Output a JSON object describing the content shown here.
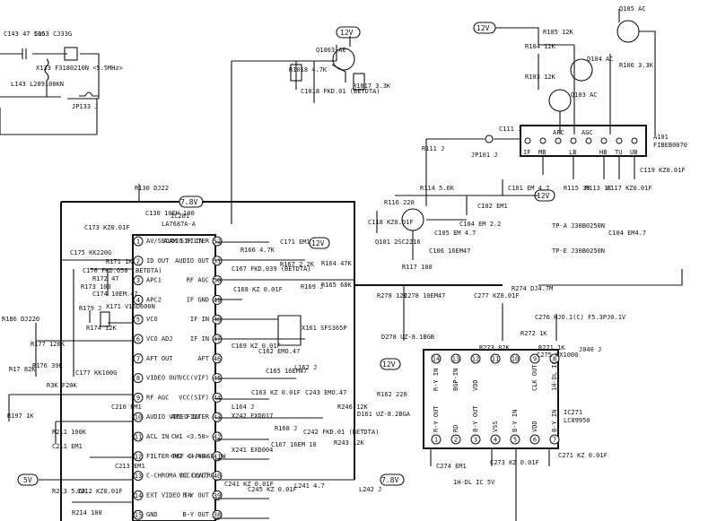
{
  "ic201": {
    "ref": "IC201",
    "part": "LA7687A-A",
    "pins": [
      {
        "num": "1",
        "name": "AV/SECAM SIF IN"
      },
      {
        "num": "2",
        "name": "ID OUT"
      },
      {
        "num": "3",
        "name": "APC1"
      },
      {
        "num": "4",
        "name": "APC2"
      },
      {
        "num": "5",
        "name": "VCO"
      },
      {
        "num": "6",
        "name": "VCO ADJ"
      },
      {
        "num": "7",
        "name": "AFT OUT"
      },
      {
        "num": "8",
        "name": "VIDEO OUT"
      },
      {
        "num": "9",
        "name": "RF AGC"
      },
      {
        "num": "10",
        "name": "AUDIO VIDEO IN"
      },
      {
        "num": "11",
        "name": "ACL IN"
      },
      {
        "num": "12",
        "name": "FILTER-REF C-PHASE SW"
      },
      {
        "num": "13",
        "name": "C-CHROMA DC CONTROL"
      },
      {
        "num": "14",
        "name": "EXT VIDEO IN"
      },
      {
        "num": "15",
        "name": "GND"
      }
    ],
    "right_pins": [
      {
        "num": "52",
        "name": "AUDIO FILTER"
      },
      {
        "num": "51",
        "name": "AUDIO OUT"
      },
      {
        "num": "50",
        "name": "RF AGC"
      },
      {
        "num": "49",
        "name": "IF GND"
      },
      {
        "num": "48",
        "name": "IF IN"
      },
      {
        "num": "47",
        "name": "IF IN"
      },
      {
        "num": "46",
        "name": "AFT"
      },
      {
        "num": "45",
        "name": "VCC(VIF)"
      },
      {
        "num": "44",
        "name": "VCC(SIF)"
      },
      {
        "num": "43",
        "name": "APC FILTER"
      },
      {
        "num": "42",
        "name": "CW1 <3.58>"
      },
      {
        "num": "41",
        "name": "CW2 <4.43>"
      },
      {
        "num": "40",
        "name": "VCC(V/C)"
      },
      {
        "num": "39",
        "name": "R-Y OUT"
      },
      {
        "num": "38",
        "name": "B-Y OUT"
      }
    ]
  },
  "ic271": {
    "ref": "IC271",
    "part": "LC89950",
    "top_pins": [
      {
        "num": "14",
        "name": "R-Y IN"
      },
      {
        "num": "13",
        "name": "BGP-IN"
      },
      {
        "num": "12",
        "name": "VDD"
      },
      {
        "num": "11",
        "name": ""
      },
      {
        "num": "10",
        "name": ""
      },
      {
        "num": "9",
        "name": "CLK OUT"
      },
      {
        "num": "8",
        "name": "1H-DL IC"
      }
    ],
    "bottom_pins": [
      {
        "num": "1",
        "name": "R-Y OUT"
      },
      {
        "num": "2",
        "name": "RD"
      },
      {
        "num": "3",
        "name": "B-Y OUT"
      },
      {
        "num": "4",
        "name": "VSS"
      },
      {
        "num": "5",
        "name": "B-Y IN"
      },
      {
        "num": "6",
        "name": "VDD"
      },
      {
        "num": "7",
        "name": "B-Y IN"
      }
    ],
    "label": "1H-DL IC 5V"
  },
  "tuner": {
    "ref": "A101",
    "part": "FIBEB0070",
    "pins": [
      "IF",
      "MB",
      "AFC",
      "LB",
      "AGC",
      "HB",
      "TU",
      "UB"
    ]
  },
  "rails": {
    "v12": "12V",
    "v78": "7.8V",
    "v5": "5V"
  },
  "labels": [
    "C143 47 50G",
    "C153 CJ33G",
    "X133 F3180210N <5.5MHz>",
    "L143 L289100KN",
    "JP133 J",
    "Q1003 AE",
    "R1018 4.7K",
    "C1018 FKD.01 (BETDTA)",
    "R1017 3.3K",
    "R105 12K",
    "Q105 AC",
    "R104 12K",
    "Q104 AC",
    "R103 12K",
    "R106 3.3K",
    "Q103 AC",
    "C111 J",
    "JP101 J",
    "R111 J",
    "R114 5.6K",
    "R116 220",
    "C118 KZ0.01F",
    "Q101 2SC2216",
    "R115 39",
    "R113 1K",
    "C117 KZ0.01F",
    "C119 KZ0.01F",
    "R117 100",
    "C106 16EM47",
    "C105 EM 4.7",
    "C104 EM 2.2",
    "C102 EM1",
    "C101 EM 4.7",
    "TP-A J30B0250N",
    "C104 EM4.7",
    "TP-E J30B0250N",
    "R130 DJ22",
    "C130 10EH 100",
    "C173 KZ0.01F",
    "C175 KK220G",
    "R171 1K",
    "C176 FKD.056 (BETDTA)",
    "R172 47",
    "R173 100",
    "C174 10EM.47",
    "R179 J",
    "X171 V16D600N",
    "R174 12K",
    "R186 DJ220",
    "R177 120K",
    "R176 39K",
    "R17 82K",
    "C177 KK100G",
    "R3K F20K",
    "R197 1K",
    "C210 PM1",
    "R211 100K",
    "C211 EM1",
    "C213 EM1",
    "R213 5.6K",
    "C212 KZ0.01F",
    "R214 100",
    "R166 4.7K",
    "C171 EM1",
    "C167 FKD.039 (BETDTA)",
    "R167 2.2K",
    "R164 47K",
    "R165 68K",
    "R169 J",
    "C168 KZ 0.01F",
    "X161 SFS365P",
    "C169 KZ 0.01F",
    "C162 EMO.47",
    "C165 16EM47",
    "L162 J",
    "R162 220",
    "C243 EMO.47",
    "D161 UZ-8.2BGA",
    "C163 KZ 0.01F",
    "L164 J",
    "X242 EXD017",
    "R168 J",
    "C167 16EM 10",
    "C242 FKD.01 (BETDTA)",
    "R246 12K",
    "R243 12K",
    "X241 EXD004",
    "C241 KZ 0.01F",
    "C245 KZ 0.01F",
    "L241 4.7",
    "L242 J",
    "R278 120",
    "C278 10EM47",
    "D278 UZ-8.1BGB",
    "C277 KZ0.01F",
    "R274 DJ4.7M",
    "C276 HJO.1(C) F5.3PJ0.1V",
    "R272 1K",
    "R273 82K",
    "R271 1K",
    "C275 KX1000",
    "J040 J",
    "C274 EM1",
    "C273 KZ 0.01F",
    "C271 KZ 0.01F"
  ]
}
